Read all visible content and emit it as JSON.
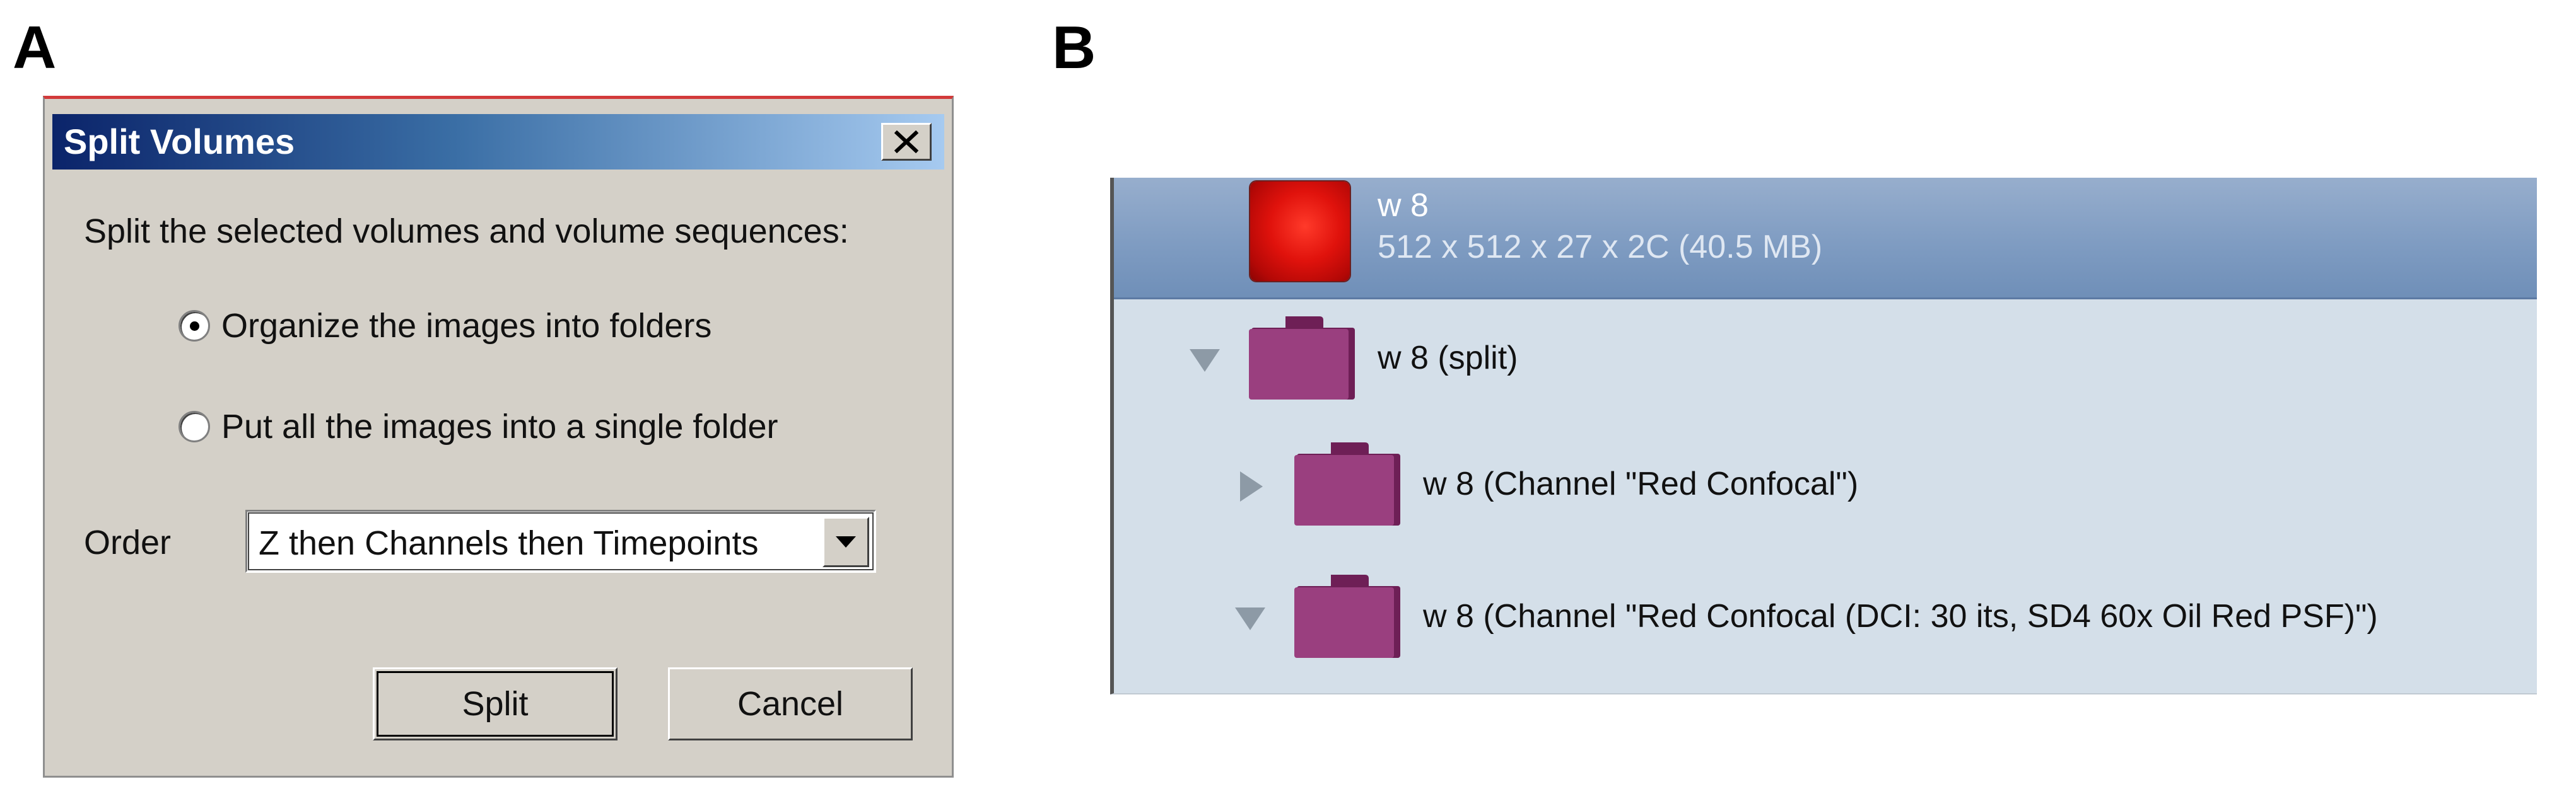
{
  "panels": {
    "a": "A",
    "b": "B"
  },
  "dialog": {
    "title": "Split Volumes",
    "prompt": "Split the selected volumes and volume sequences:",
    "options": [
      {
        "label": "Organize the images into folders",
        "selected": true
      },
      {
        "label": "Put all the images into a single folder",
        "selected": false
      }
    ],
    "order_label": "Order",
    "order_value": "Z then Channels then Timepoints",
    "split_label": "Split",
    "cancel_label": "Cancel",
    "icons": {
      "close": "close-icon",
      "dropdown": "chevron-down-icon"
    }
  },
  "tree": {
    "selected_item": {
      "name": "w 8",
      "info": "512 x 512 x 27 x 2C (40.5 MB)"
    },
    "rows": [
      {
        "label": "w 8 (split)",
        "expanded": true
      },
      {
        "label": "w 8 (Channel \"Red Confocal\")",
        "expanded": false
      },
      {
        "label": "w 8 (Channel \"Red Confocal (DCI: 30 its, SD4 60x Oil Red PSF)\")",
        "expanded": true
      }
    ],
    "colors": {
      "folder": "#9a3f7f",
      "folder_dark": "#6e1f56",
      "selection": "#7f9cc2",
      "background": "#d4dfe9"
    }
  }
}
